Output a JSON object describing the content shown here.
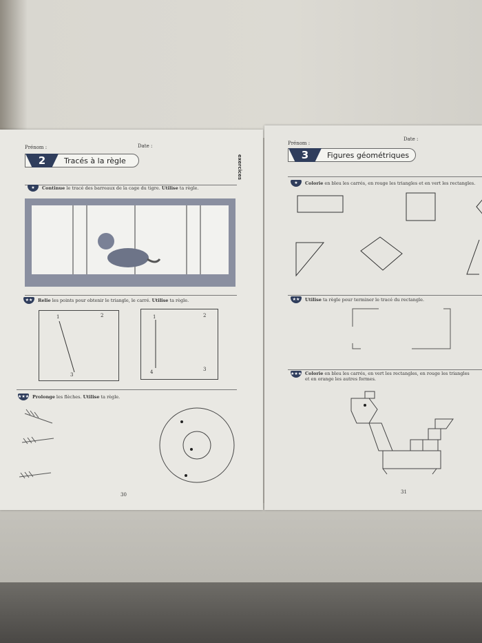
{
  "left_page": {
    "prenom_label": "Prénom :",
    "date_label": "Date :",
    "section_number": "2",
    "section_title": "Tracés à la règle",
    "side_label": "exercices",
    "exercise1": {
      "badge": "★",
      "verb": "Continue",
      "text": " le tracé des barreaux de la cage du tigre. ",
      "verb2": "Utilise",
      "text2": " ta règle."
    },
    "exercise2": {
      "badge": "★★",
      "verb": "Relie",
      "text": " les points pour obtenir le triangle, le carré. ",
      "verb2": "Utilise",
      "text2": " ta règle.",
      "triangle_points": [
        "1",
        "2",
        "3"
      ],
      "square_points": [
        "1",
        "2",
        "3",
        "4"
      ]
    },
    "exercise3": {
      "badge": "★★★",
      "verb": "Prolonge",
      "text": " les flèches. ",
      "verb2": "Utilise",
      "text2": " ta règle."
    },
    "page_number": "30"
  },
  "right_page": {
    "prenom_label": "Prénom :",
    "date_label": "Date :",
    "section_number": "3",
    "section_title": "Figures géométriques",
    "exercise1": {
      "badge": "★",
      "verb": "Colorie",
      "text": " en bleu les carrés, en rouge les triangles et en vert les rectangles."
    },
    "exercise2": {
      "badge": "★★",
      "verb": "Utilise",
      "text": " ta règle pour terminer le tracé du rectangle."
    },
    "exercise3": {
      "badge": "★★★",
      "verb": "Colorie",
      "text": " en bleu les carrés, en vert les rectangles, en rouge les triangles",
      "line2": "et en orange les autres formes."
    },
    "page_number": "31"
  }
}
